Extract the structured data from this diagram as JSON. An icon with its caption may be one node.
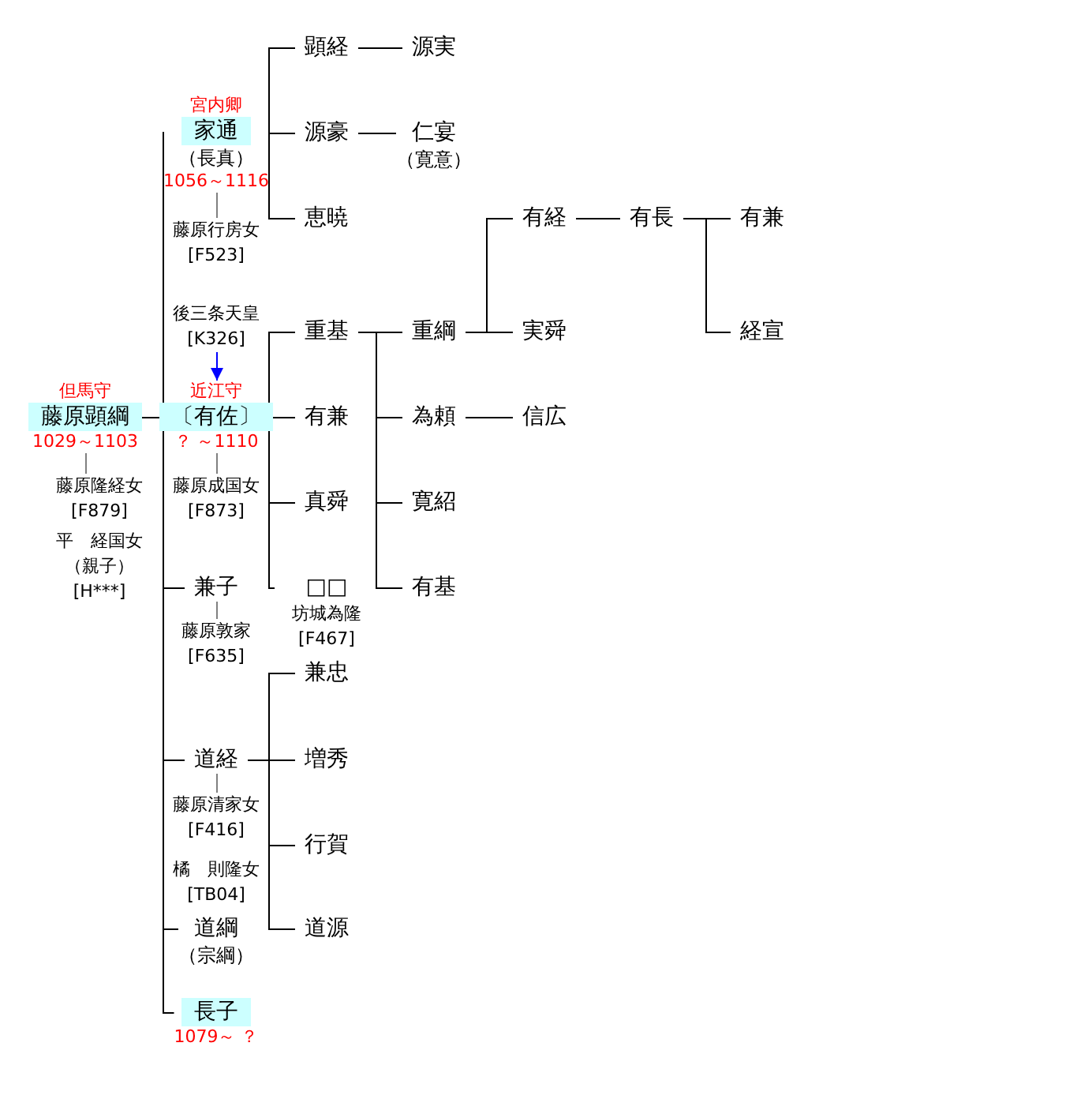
{
  "diagram": {
    "nodes": [
      {
        "text": [
          "藤原顕綱"
        ],
        "beside": [
          "但馬守",
          "1029～1103"
        ]
      },
      {
        "text": [
          "藤原隆経女 [F879]"
        ]
      },
      {
        "text": [
          "家通",
          "（長真）"
        ],
        "beside": [
          "宮内卿",
          "1056～1116"
        ]
      },
      {
        "text": [
          "藤原行房女 [F523]"
        ]
      },
      {
        "text": [
          "後三条天皇 [K326]"
        ]
      },
      {
        "text": [
          "〔有佐〕"
        ],
        "beside": [
          "近江守",
          "？ ～1110"
        ]
      },
      {
        "text": [
          "藤原成国女 [F873]"
        ]
      },
      {
        "text": [
          "兼子"
        ]
      },
      {
        "text": [
          "藤原敦家 [F635]"
        ]
      },
      {
        "text": [
          "道経"
        ]
      },
      {
        "text": [
          "藤原清家女 [F416]"
        ]
      },
      {
        "text": [
          "道綱",
          "（宗綱）"
        ]
      },
      {
        "text": [
          "長子"
        ],
        "beside": [
          "1079～ ？"
        ]
      },
      {
        "text": [
          "顕経"
        ]
      },
      {
        "text": [
          "源豪"
        ]
      },
      {
        "text": [
          "恵暁"
        ]
      },
      {
        "text": [
          "源実"
        ]
      },
      {
        "text": [
          "仁宴",
          "（寛意）"
        ]
      },
      {
        "text": [
          "重基"
        ]
      },
      {
        "text": [
          "有兼"
        ]
      },
      {
        "text": [
          "真舜"
        ]
      },
      {
        "text": [
          "□□"
        ],
        "beside": [
          "坊城為隆 [F467]"
        ]
      },
      {
        "text": [
          "重綱"
        ]
      },
      {
        "text": [
          "為頼"
        ]
      },
      {
        "text": [
          "寛紹"
        ]
      },
      {
        "text": [
          "有基"
        ]
      },
      {
        "text": [
          "有経"
        ]
      },
      {
        "text": [
          "実舜"
        ]
      },
      {
        "text": [
          "有長"
        ]
      },
      {
        "text": [
          "有兼"
        ]
      },
      {
        "text": [
          "経宣"
        ]
      },
      {
        "text": [
          "信広"
        ]
      },
      {
        "text": [
          "兼忠"
        ]
      },
      {
        "text": [
          "増秀"
        ]
      },
      {
        "text": [
          "行賀"
        ]
      },
      {
        "text": [
          "道源"
        ]
      }
    ],
    "edges": [
      {
        "from": 0,
        "to": 2,
        "arrow": "none"
      },
      {
        "from": 0,
        "to": 5,
        "arrow": "none"
      },
      {
        "from": 0,
        "to": 7,
        "arrow": "none"
      },
      {
        "from": 0,
        "to": 9,
        "arrow": "none"
      },
      {
        "from": 0,
        "to": 11,
        "arrow": "none"
      },
      {
        "from": 0,
        "to": 12,
        "arrow": "none"
      },
      {
        "from": 0,
        "to": 1,
        "arrow": "none",
        "color": "#808080"
      },
      {
        "from": 2,
        "to": 3,
        "arrow": "none",
        "color": "#808080"
      },
      {
        "from": 5,
        "to": 6,
        "arrow": "none",
        "color": "#808080"
      },
      {
        "from": 7,
        "to": 8,
        "arrow": "none",
        "color": "#808080"
      },
      {
        "from": 9,
        "to": 10,
        "arrow": "none",
        "color": "#808080"
      },
      {
        "from": 4,
        "to": 5,
        "arrow": "to",
        "color": "#0000ff"
      },
      {
        "from": 2,
        "to": 13,
        "arrow": "none"
      },
      {
        "from": 2,
        "to": 14,
        "arrow": "none"
      },
      {
        "from": 2,
        "to": 15,
        "arrow": "none"
      },
      {
        "from": 13,
        "to": 16,
        "arrow": "none"
      },
      {
        "from": 14,
        "to": 17,
        "arrow": "none"
      },
      {
        "from": 5,
        "to": 18,
        "arrow": "none"
      },
      {
        "from": 5,
        "to": 19,
        "arrow": "none"
      },
      {
        "from": 5,
        "to": 20,
        "arrow": "none"
      },
      {
        "from": 5,
        "to": 21,
        "arrow": "none"
      },
      {
        "from": 18,
        "to": 22,
        "arrow": "none"
      },
      {
        "from": 18,
        "to": 23,
        "arrow": "none"
      },
      {
        "from": 18,
        "to": 24,
        "arrow": "none"
      },
      {
        "from": 18,
        "to": 25,
        "arrow": "none"
      },
      {
        "from": 22,
        "to": 26,
        "arrow": "none"
      },
      {
        "from": 22,
        "to": 27,
        "arrow": "none"
      },
      {
        "from": 26,
        "to": 28,
        "arrow": "none"
      },
      {
        "from": 28,
        "to": 29,
        "arrow": "none"
      },
      {
        "from": 28,
        "to": 30,
        "arrow": "none"
      },
      {
        "from": 23,
        "to": 31,
        "arrow": "none"
      },
      {
        "from": 9,
        "to": 32,
        "arrow": "none"
      },
      {
        "from": 9,
        "to": 33,
        "arrow": "none"
      },
      {
        "from": 9,
        "to": 34,
        "arrow": "none"
      },
      {
        "from": 9,
        "to": 35,
        "arrow": "none"
      }
    ],
    "labels": [
      "平　経国女（親子） [H***]",
      "橘　則隆女 [TB04]"
    ]
  }
}
